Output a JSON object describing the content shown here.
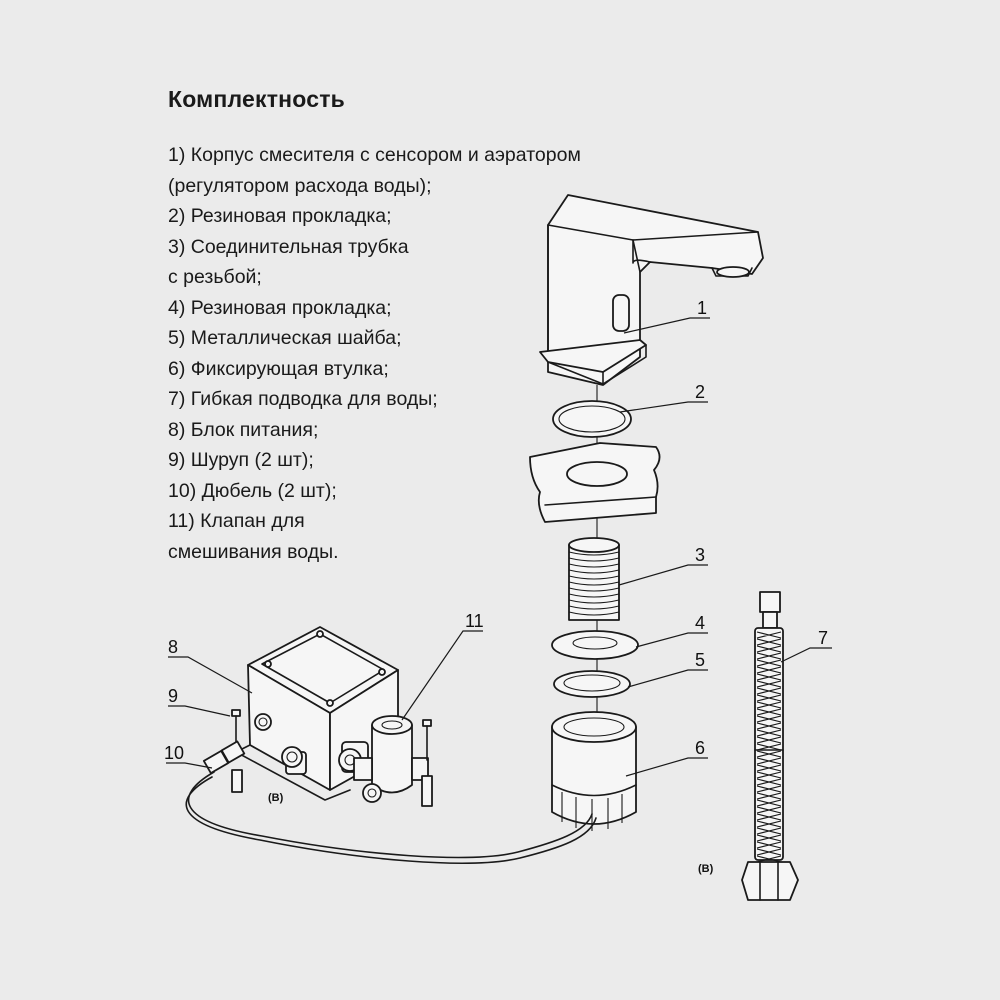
{
  "title": "Комплектность",
  "items": [
    "1) Корпус смесителя с сенсором и аэратором",
    "(регулятором расхода воды);",
    "2) Резиновая прокладка;",
    "3) Соединительная трубка",
    "с резьбой;",
    "4) Резиновая прокладка;",
    "5) Металлическая шайба;",
    "6) Фиксирующая втулка;",
    "7) Гибкая подводка для воды;",
    "8) Блок питания;",
    "9) Шуруп (2 шт);",
    "10) Дюбель (2 шт);",
    "11) Клапан для",
    "смешивания воды."
  ],
  "callouts": {
    "c1": "1",
    "c2": "2",
    "c3": "3",
    "c4": "4",
    "c5": "5",
    "c6": "6",
    "c7": "7",
    "c8": "8",
    "c9": "9",
    "c10": "10",
    "c11": "11",
    "mark_b_left": "(B)",
    "mark_b_right": "(B)"
  }
}
